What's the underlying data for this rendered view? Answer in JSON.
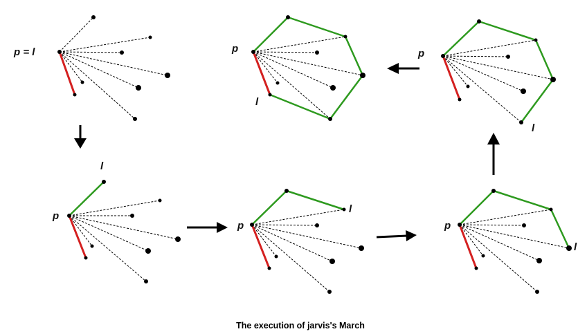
{
  "labels": {
    "p_equals_l": "p = l",
    "p": "p",
    "l": "l"
  },
  "caption": "The execution of jarvis's March",
  "colors": {
    "hull_edge": "#2e9a1f",
    "candidate_edge": "#d42020",
    "dashed_ray": "#000000",
    "point": "#000000",
    "arrow": "#000000"
  },
  "icons": {
    "step_arrow": "arrow-icon"
  }
}
